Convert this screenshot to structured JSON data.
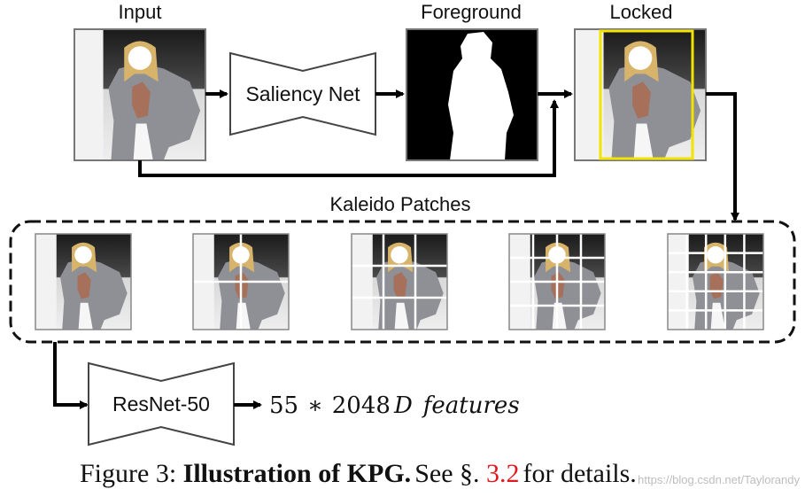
{
  "labels": {
    "input": "Input",
    "foreground": "Foreground",
    "locked": "Locked",
    "kaleido_patches": "Kaleido Patches"
  },
  "networks": {
    "saliency": "Saliency Net",
    "resnet": "ResNet-50"
  },
  "output": {
    "count": "55",
    "op": "∗",
    "dim": "2048",
    "dim_unit": "D",
    "features": "features"
  },
  "caption": {
    "prefix": "Figure 3: ",
    "bold": "Illustration of KPG.",
    "mid": " See §. ",
    "ref": "3.2",
    "suffix": " for details."
  },
  "watermark": "https://blog.csdn.net/Taylorandy",
  "patch_grids": [
    1,
    2,
    3,
    4,
    5
  ],
  "colors": {
    "locked_box": "#f2e400",
    "caption_ref": "#e0191f"
  }
}
